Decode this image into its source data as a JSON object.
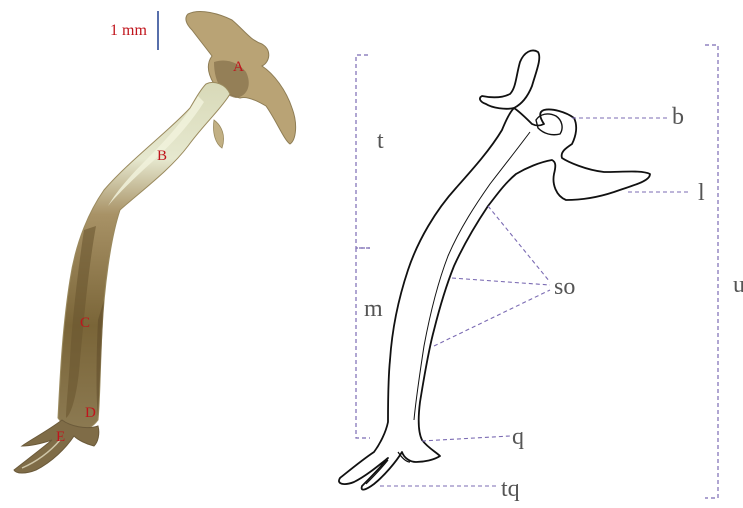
{
  "photo": {
    "scale_label": "1 mm",
    "markers": [
      "A",
      "B",
      "C",
      "D",
      "E"
    ]
  },
  "drawing": {
    "labels": {
      "t": "t",
      "m": "m",
      "b": "b",
      "l": "l",
      "so": "so",
      "q": "q",
      "tq": "tq",
      "u": "u"
    }
  },
  "colors": {
    "marker_text": "#c0141c",
    "scale_bar": "#1f3f8f",
    "bracket": "#7b6bb3",
    "leader": "#7b6bb3",
    "outline": "#111111",
    "label_text": "#555555",
    "specimen_light": "#e3e5c8",
    "specimen_dark": "#7e6a3c"
  }
}
